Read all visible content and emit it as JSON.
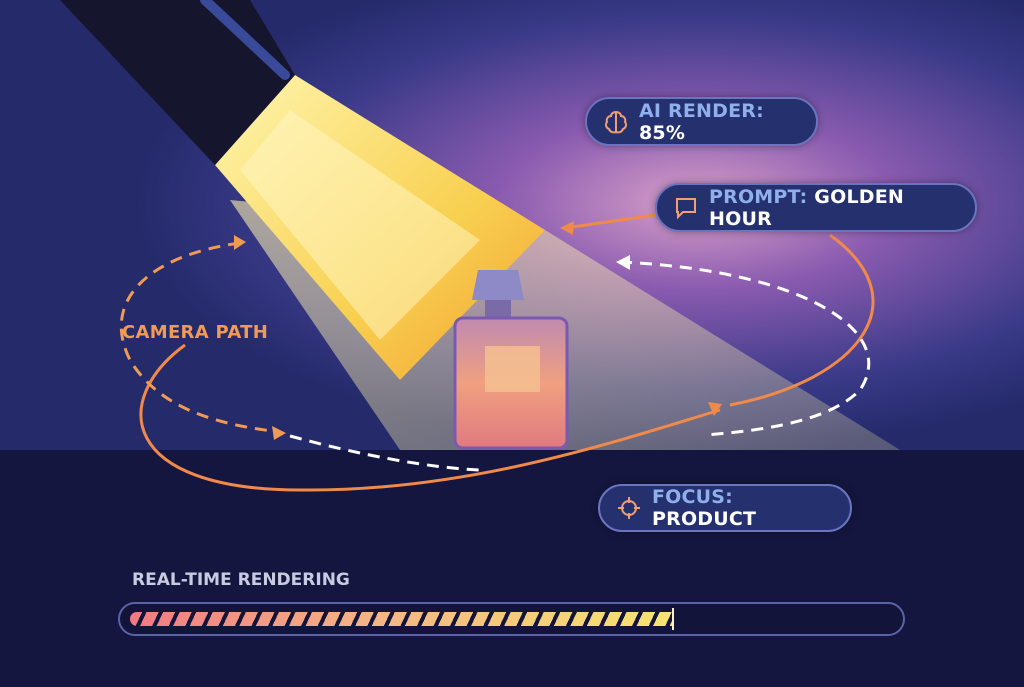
{
  "badges": {
    "ai_render": {
      "key": "AI RENDER:",
      "value": "85%",
      "icon": "brain-icon"
    },
    "prompt": {
      "key": "PROMPT:",
      "value": "GOLDEN HOUR",
      "icon": "chat-bubble-icon"
    },
    "focus": {
      "key": "FOCUS:",
      "value": "PRODUCT",
      "icon": "crosshair-icon"
    }
  },
  "camera_path_label": "CAMERA PATH",
  "rendering": {
    "label": "REAL-TIME RENDERING",
    "progress": 0.71
  },
  "colors": {
    "accent_orange": "#f08a4a",
    "badge_key": "#8fb0ec",
    "background": "#14163f",
    "light": "#f6e070"
  }
}
